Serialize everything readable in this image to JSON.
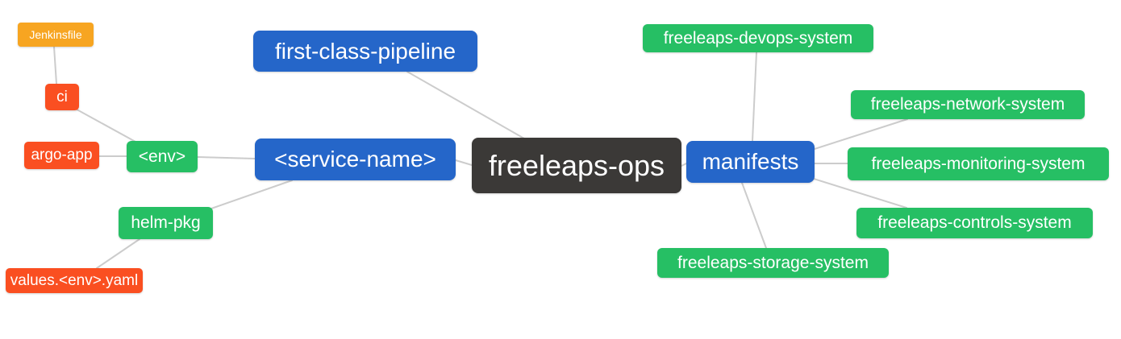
{
  "diagram": {
    "type": "mindmap",
    "root_label": "freeleaps-ops",
    "colors": {
      "root_bg": "#3b3937",
      "branch_bg": "#2566c9",
      "leaf_green_bg": "#26bf64",
      "leaf_red_bg": "#fa4f21",
      "leaf_orange_bg": "#f7a521",
      "text": "#ffffff",
      "connector_line": "#cccccc",
      "background": "#ffffff"
    },
    "nodes": {
      "root": {
        "label": "freeleaps-ops",
        "color": "dark"
      },
      "first_class_pipeline": {
        "label": "first-class-pipeline",
        "color": "blue"
      },
      "service_name": {
        "label": "<service-name>",
        "color": "blue"
      },
      "manifests": {
        "label": "manifests",
        "color": "blue"
      },
      "env": {
        "label": "<env>",
        "color": "green"
      },
      "helm_pkg": {
        "label": "helm-pkg",
        "color": "green"
      },
      "ci": {
        "label": "ci",
        "color": "red"
      },
      "argo_app": {
        "label": "argo-app",
        "color": "red"
      },
      "values_env_yaml": {
        "label": "values.<env>.yaml",
        "color": "red"
      },
      "jenkinsfile": {
        "label": "Jenkinsfile",
        "color": "orange"
      },
      "devops_system": {
        "label": "freeleaps-devops-system",
        "color": "green"
      },
      "network_system": {
        "label": "freeleaps-network-system",
        "color": "green"
      },
      "monitoring_system": {
        "label": "freeleaps-monitoring-system",
        "color": "green"
      },
      "controls_system": {
        "label": "freeleaps-controls-system",
        "color": "green"
      },
      "storage_system": {
        "label": "freeleaps-storage-system",
        "color": "green"
      }
    },
    "edges": [
      {
        "from": "jenkinsfile",
        "to": "ci"
      },
      {
        "from": "ci",
        "to": "env"
      },
      {
        "from": "argo_app",
        "to": "env"
      },
      {
        "from": "env",
        "to": "service_name"
      },
      {
        "from": "helm_pkg",
        "to": "service_name"
      },
      {
        "from": "values_env_yaml",
        "to": "helm_pkg"
      },
      {
        "from": "first_class_pipeline",
        "to": "root"
      },
      {
        "from": "service_name",
        "to": "root"
      },
      {
        "from": "root",
        "to": "manifests"
      },
      {
        "from": "manifests",
        "to": "devops_system"
      },
      {
        "from": "manifests",
        "to": "network_system"
      },
      {
        "from": "manifests",
        "to": "monitoring_system"
      },
      {
        "from": "manifests",
        "to": "controls_system"
      },
      {
        "from": "manifests",
        "to": "storage_system"
      }
    ]
  }
}
